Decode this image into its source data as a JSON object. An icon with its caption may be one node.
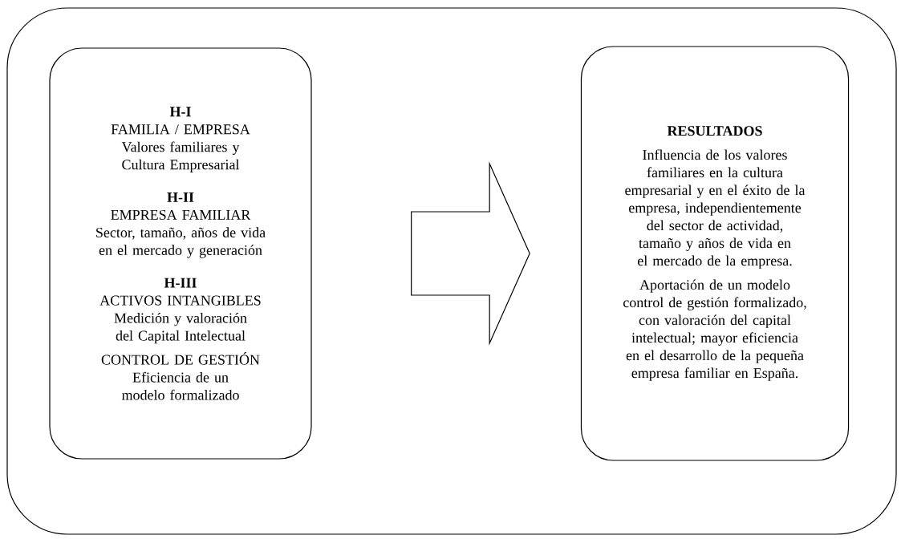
{
  "diagram": {
    "nodes": [
      {
        "text": [],
        "shape": "box"
      },
      {
        "text": [
          "H-I",
          "FAMILIA / EMPRESA",
          "Valores familiares y Cultura Empresarial",
          "H-II",
          "EMPRESA FAMILIAR",
          "Sector, tamaño, años de vida en el mercado y generación",
          "H-III",
          "ACTIVOS INTANGIBLES",
          "Medición y valoración del Capital Intelectual",
          "CONTROL DE GESTIÓN",
          "Eficiencia de un modelo formalizado"
        ],
        "in": 0
      },
      {
        "text": [
          "RESULTADOS",
          "Influencia de los valores familiares en la cultura empresarial y en el éxito de la empresa, independientemente del sector de actividad, tamaño y años de vida en el mercado de la empresa.",
          "Aportación de un modelo control de gestión formalizado, con valoración del capital intelectual; mayor eficiencia en el desarrollo de la pequeña empresa familiar en España."
        ],
        "in": 0
      }
    ],
    "edges": [
      {
        "from": 1,
        "to": 2,
        "arrow": "to"
      }
    ]
  }
}
